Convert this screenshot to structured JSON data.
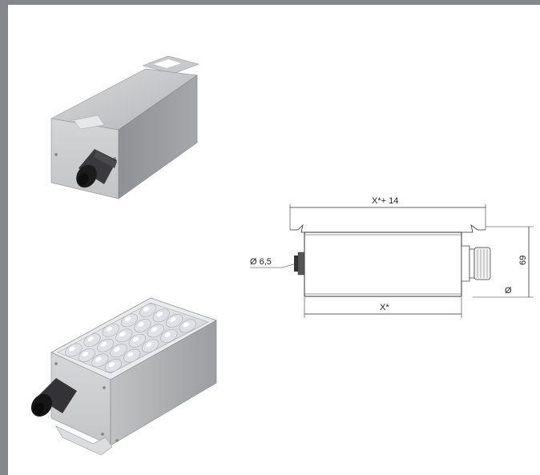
{
  "drawing": {
    "dimension_top": "X*+ 14",
    "dimension_bottom": "X*",
    "dimension_height": "69",
    "dimension_cable": "Ø 6,5",
    "dimension_diameter": "Ø"
  }
}
